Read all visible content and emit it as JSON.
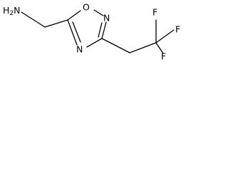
{
  "molecule": {
    "atoms": {
      "amine": "H2N",
      "ring_oxygen": "O",
      "ring_nitrogen_upper": "N",
      "ring_nitrogen_lower": "N",
      "fluorine_top": "F",
      "fluorine_right": "F",
      "fluorine_bottom": "F"
    }
  }
}
